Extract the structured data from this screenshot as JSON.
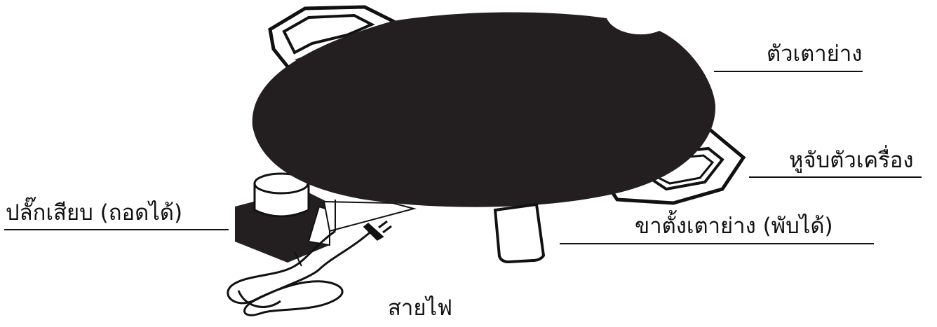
{
  "labels": {
    "pan_body": "ตัวเตาย่าง",
    "body_handle": "หูจับตัวเครื่อง",
    "folding_leg": "ขาตั้งเตาย่าง (พับได้)",
    "plug": "ปลั๊กเสียบ (ถอดได้)",
    "power_cord": "สายไฟ"
  },
  "colors": {
    "product": "#231f20",
    "outline": "#111111",
    "background": "#ffffff"
  }
}
